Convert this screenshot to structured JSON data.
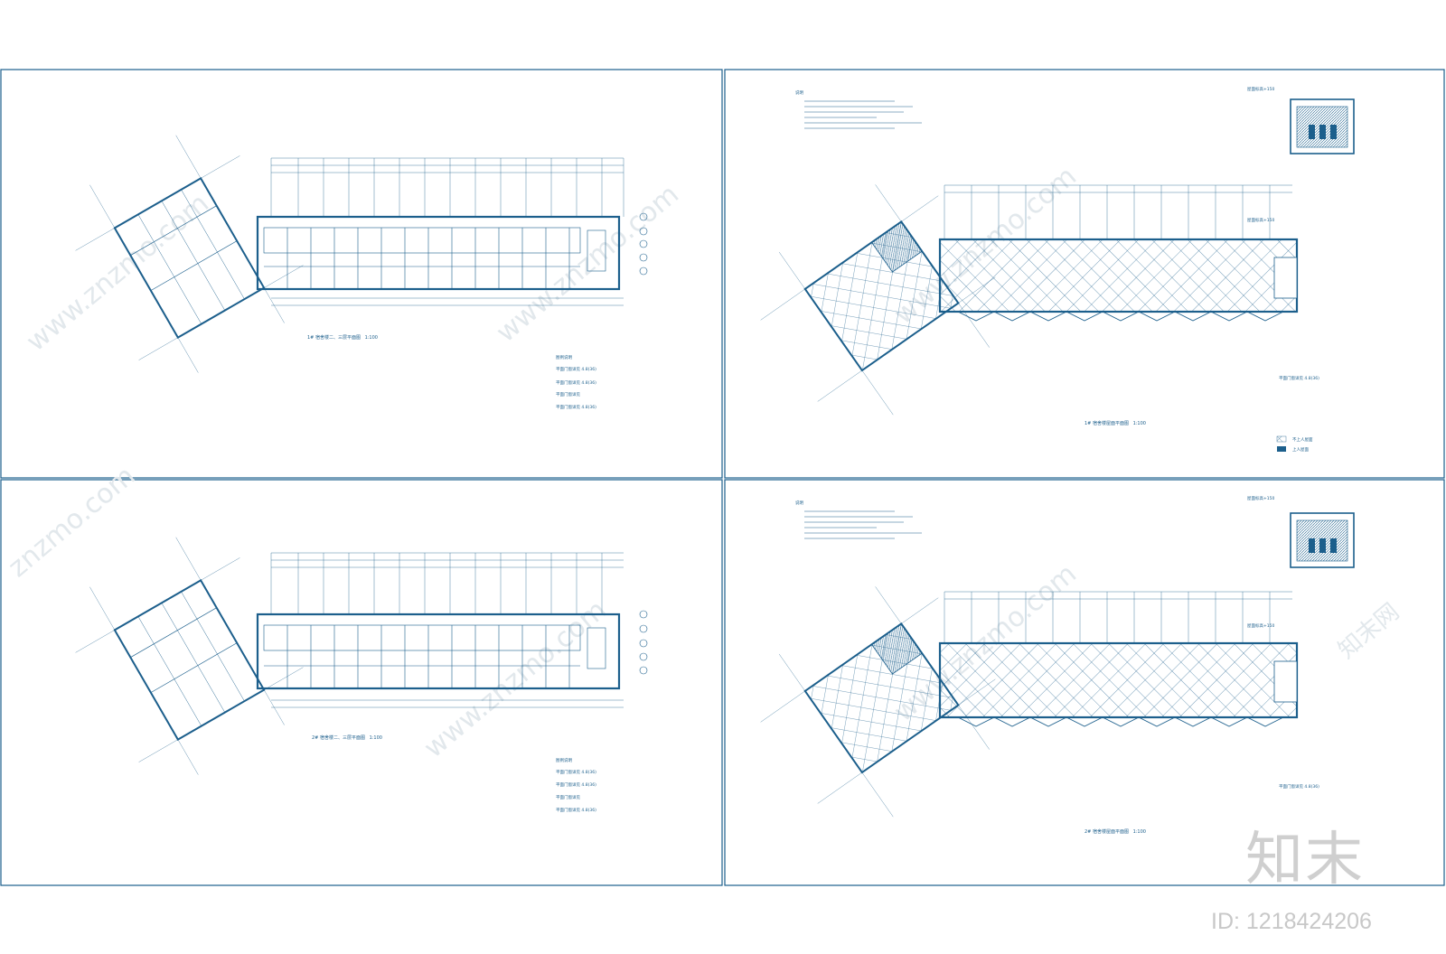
{
  "watermark": {
    "logo_text": "知末",
    "id_label": "ID: 1218424206",
    "site_text": "www.znzmo.com",
    "site_text_short": "znzmo.com",
    "brand_cn": "知末网"
  },
  "colors": {
    "line": "#1c5f8c",
    "frame": "#1c5f8c",
    "watermark": "#d9d9d9"
  },
  "sheets": [
    {
      "title": "1# 宿舍楼二、三层平面图",
      "scale": "1:100",
      "legend": [
        "图例说明",
        "平面门窗详见 4.8(36)",
        "平面门窗详见 4.8(36)",
        "平面门窗详见",
        "平面门窗详见 4.8(36)"
      ]
    },
    {
      "title": "1# 宿舍楼屋面平面图",
      "scale": "1:100",
      "notes_heading": "说明",
      "callouts": [
        "屋面标高+150",
        "屋面标高+150"
      ],
      "legend": [
        "平面门窗详见 4.8(36)",
        "不上人屋面",
        "上人屋面"
      ]
    },
    {
      "title": "2# 宿舍楼二、三层平面图",
      "scale": "1:100",
      "legend": [
        "图例说明",
        "平面门窗详见 4.8(36)",
        "平面门窗详见 4.8(36)",
        "平面门窗详见",
        "平面门窗详见 4.8(36)"
      ]
    },
    {
      "title": "2# 宿舍楼屋面平面图",
      "scale": "1:100",
      "notes_heading": "说明",
      "callouts": [
        "屋面标高+150",
        "屋面标高+150"
      ],
      "legend": [
        "平面门窗详见 4.8(36)"
      ]
    }
  ]
}
